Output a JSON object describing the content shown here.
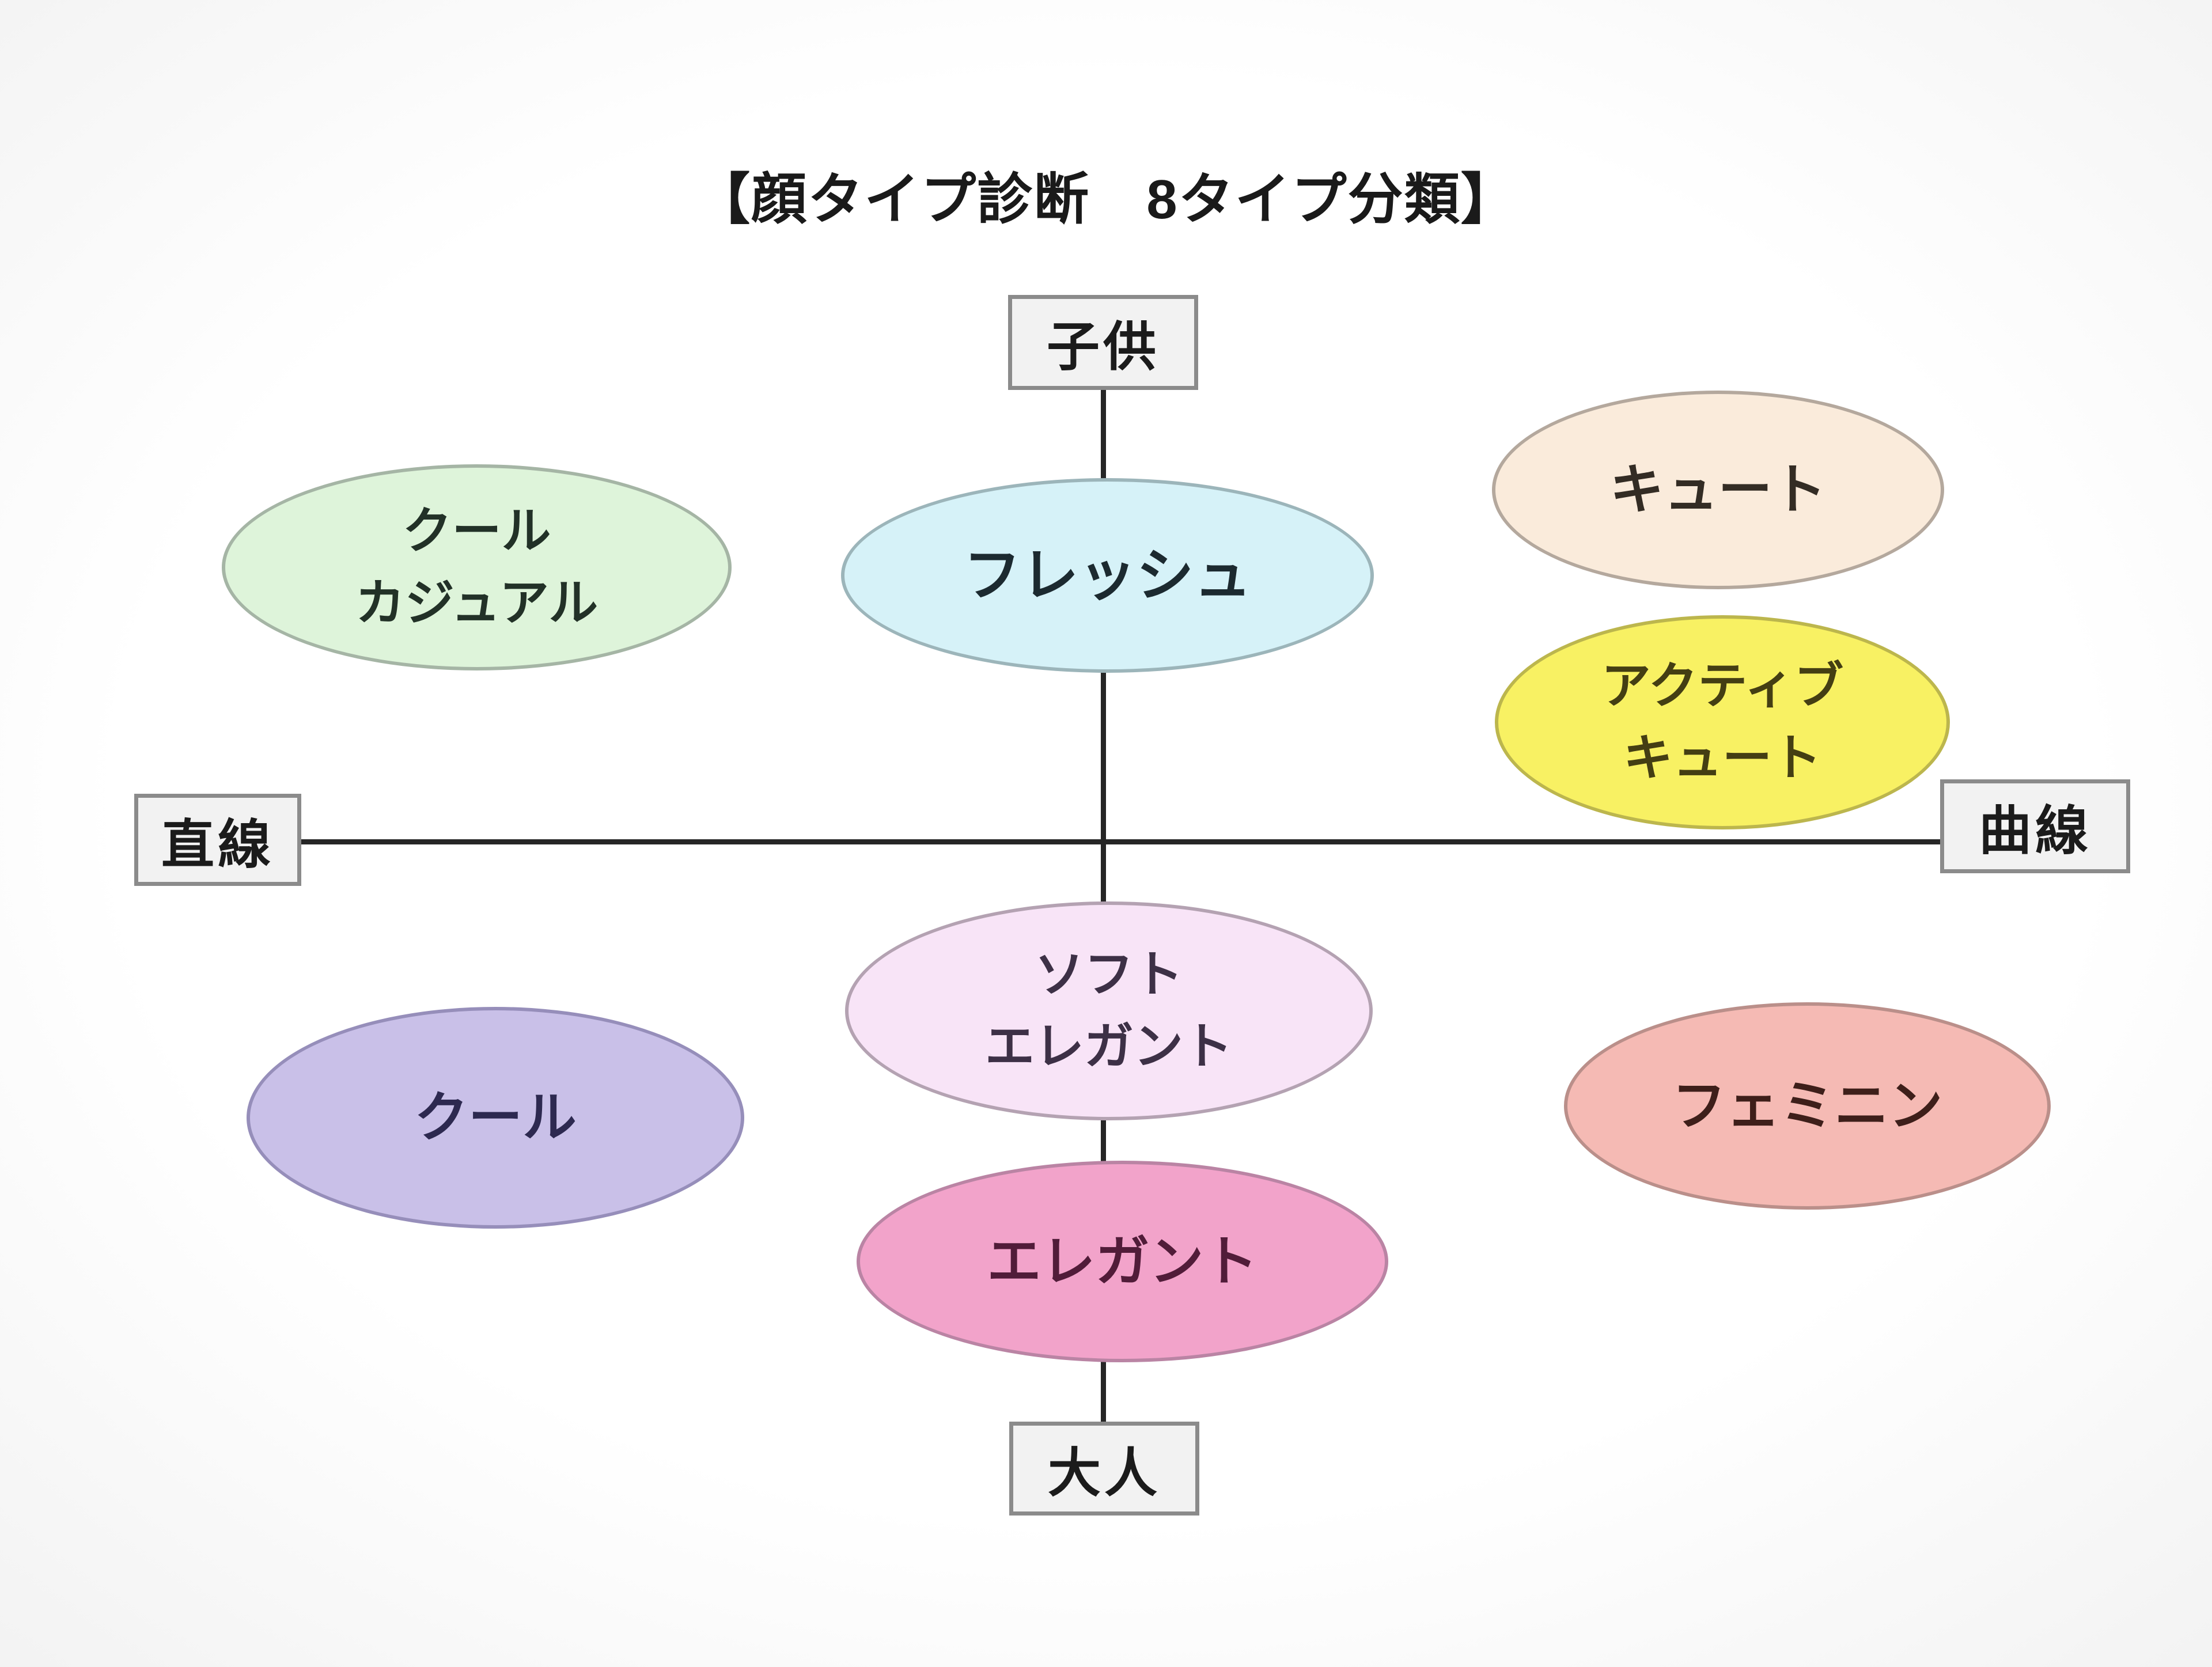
{
  "page": {
    "title": "【顔タイプ診断　8タイプ分類】"
  },
  "axes": {
    "top_label": "子供",
    "bottom_label": "大人",
    "left_label": "直線",
    "right_label": "曲線",
    "line_color": "#262626",
    "box_fill": "#f2f2f2",
    "box_border": "#8b8b8b",
    "box_text_color": "#1b1b1b"
  },
  "face_types": [
    {
      "id": "cool-casual",
      "lines": [
        "クール",
        "カジュアル"
      ],
      "fill": "#def4da",
      "border": "#a5b5a5",
      "text_color": "#223127"
    },
    {
      "id": "fresh",
      "lines": [
        "フレッシュ"
      ],
      "fill": "#d6f2f8",
      "border": "#9cb5ba",
      "text_color": "#1c2a30"
    },
    {
      "id": "cute",
      "lines": [
        "キュート"
      ],
      "fill": "#faebdb",
      "border": "#b4a89d",
      "text_color": "#332c24"
    },
    {
      "id": "active-cute",
      "lines": [
        "アクティブ",
        "キュート"
      ],
      "fill": "#f8f163",
      "border": "#bcb64d",
      "text_color": "#443e13"
    },
    {
      "id": "soft-elegant",
      "lines": [
        "ソフト",
        "エレガント"
      ],
      "fill": "#f8e4f7",
      "border": "#b4a2b2",
      "text_color": "#3d3046"
    },
    {
      "id": "cool",
      "lines": [
        "クール"
      ],
      "fill": "#c9c0e8",
      "border": "#968eba",
      "text_color": "#2d2950"
    },
    {
      "id": "feminine",
      "lines": [
        "フェミニン"
      ],
      "fill": "#f5bab4",
      "border": "#ba8f8a",
      "text_color": "#3e1f1a"
    },
    {
      "id": "elegant",
      "lines": [
        "エレガント"
      ],
      "fill": "#f2a3ca",
      "border": "#ba84a4",
      "text_color": "#511c39"
    }
  ]
}
